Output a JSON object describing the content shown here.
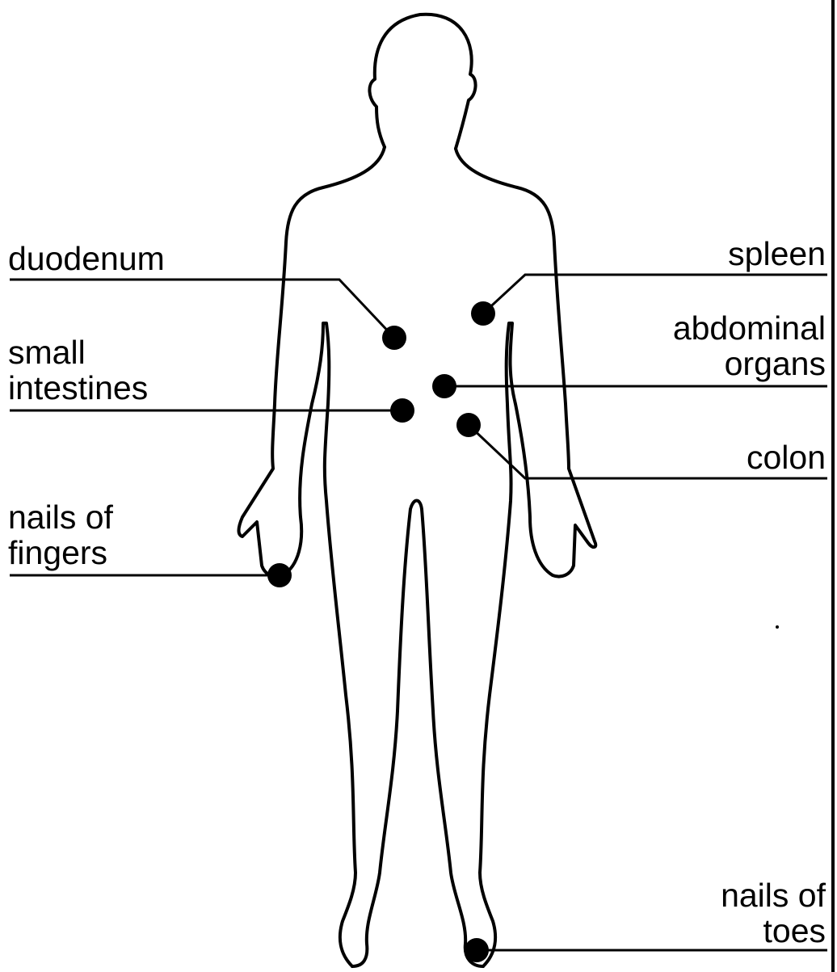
{
  "colors": {
    "ink": "#000000",
    "background": "#ffffff"
  },
  "labels": {
    "duodenum": [
      "duodenum"
    ],
    "small_intestines": [
      "small",
      "intestines"
    ],
    "nails_of_fingers": [
      "nails of",
      "fingers"
    ],
    "spleen": [
      "spleen"
    ],
    "abdominal_organs": [
      "abdominal",
      "organs"
    ],
    "colon": [
      "colon"
    ],
    "nails_of_toes": [
      "nails of",
      "toes"
    ]
  }
}
